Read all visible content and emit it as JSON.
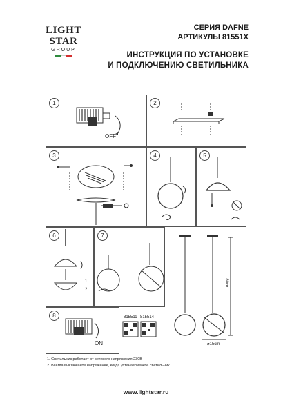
{
  "logo": {
    "line1": "LIGHT",
    "line2": "STAR",
    "line3": "GROUP",
    "flag_colors": [
      "#2e8b3e",
      "#ffffff",
      "#d32f2f"
    ]
  },
  "header": {
    "series": "СЕРИЯ DAFNE",
    "articles": "АРТИКУЛЫ 81551X",
    "title_line1": "ИНСТРУКЦИЯ ПО УСТАНОВКЕ",
    "title_line2": "И ПОДКЛЮЧЕНИЮ СВЕТИЛЬНИКА"
  },
  "steps": {
    "s1": {
      "num": "1",
      "label": "OFF"
    },
    "s2": {
      "num": "2"
    },
    "s3": {
      "num": "3"
    },
    "s4": {
      "num": "4"
    },
    "s5": {
      "num": "5"
    },
    "s6": {
      "num": "6",
      "sub1": "1",
      "sub2": "2"
    },
    "s7": {
      "num": "7"
    },
    "s8": {
      "num": "8",
      "label": "ON"
    }
  },
  "specs": {
    "code1": "815511",
    "code2": "815514",
    "height": "180cm",
    "diameter": "⌀15cm"
  },
  "notes": {
    "line1": "1. Светильник работает от сетевого напряжения 230В",
    "line2": "2. Всегда выключайте напряжение, когда устанавливаете светильник."
  },
  "footer": {
    "website": "www.lightstar.ru"
  },
  "colors": {
    "line": "#555555",
    "accent_red": "#d32f2f"
  }
}
